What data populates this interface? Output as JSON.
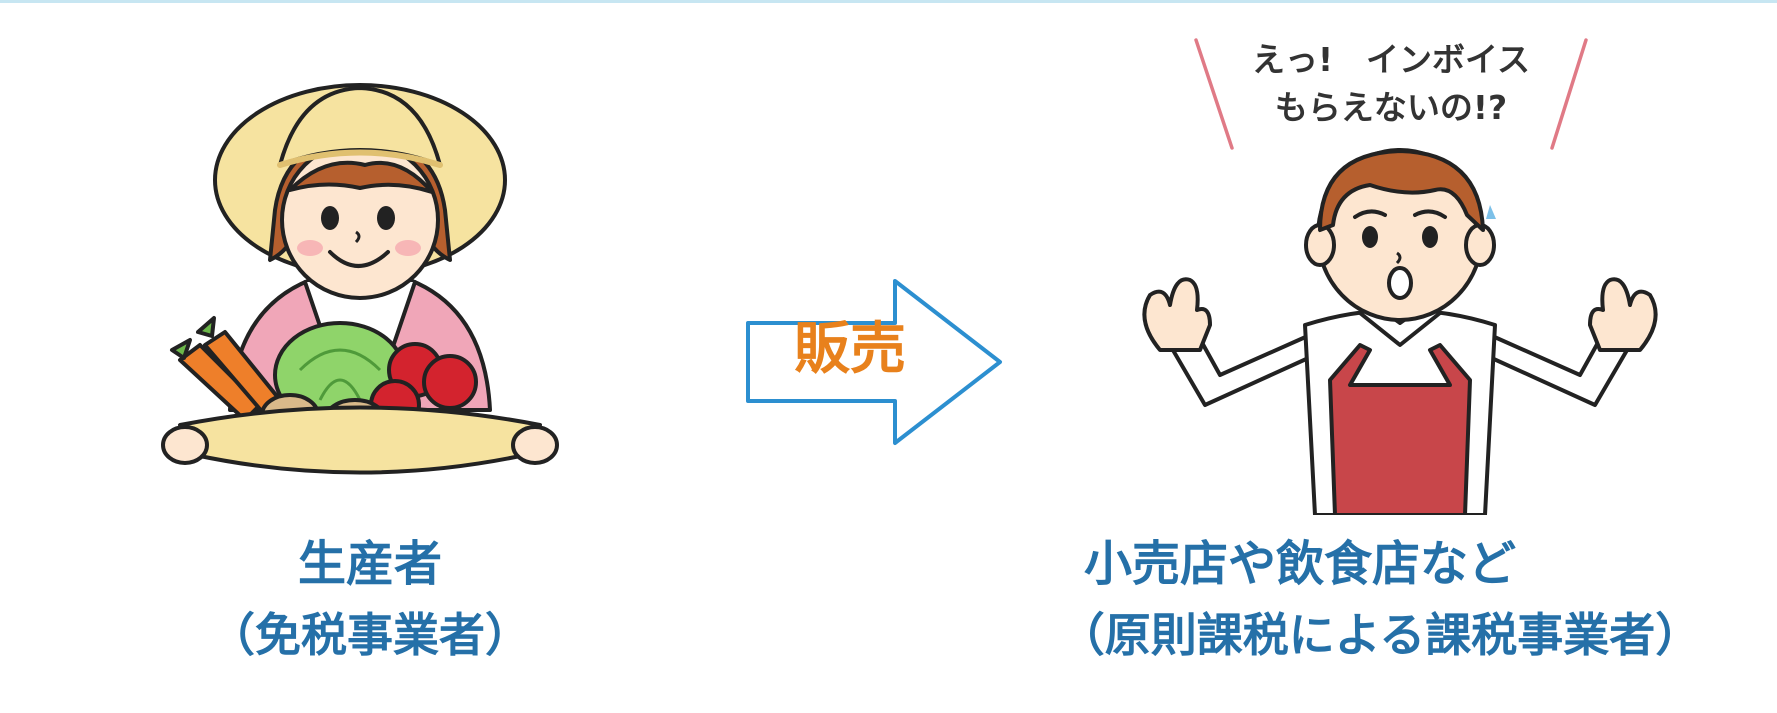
{
  "producer": {
    "label_line1": "生産者",
    "label_line2": "（免税事業者）"
  },
  "arrow": {
    "label": "販売"
  },
  "retailer": {
    "speech_line1": "えっ!　インボイス",
    "speech_line2": "もらえないの!?",
    "label_line1": "小売店や飲食店など",
    "label_line2": "（原則課税による課税事業者）"
  },
  "colors": {
    "label_text": "#2570a8",
    "arrow_outline": "#2c8fd0",
    "arrow_text": "#e8811c",
    "speech_lines": "#e07a86",
    "apron": "#c8464a",
    "hat": "#f6e3a0",
    "shirt": "#f0a6b8",
    "lettuce": "#8fd46a",
    "carrot": "#ee7f2a",
    "apple": "#d3232e"
  }
}
